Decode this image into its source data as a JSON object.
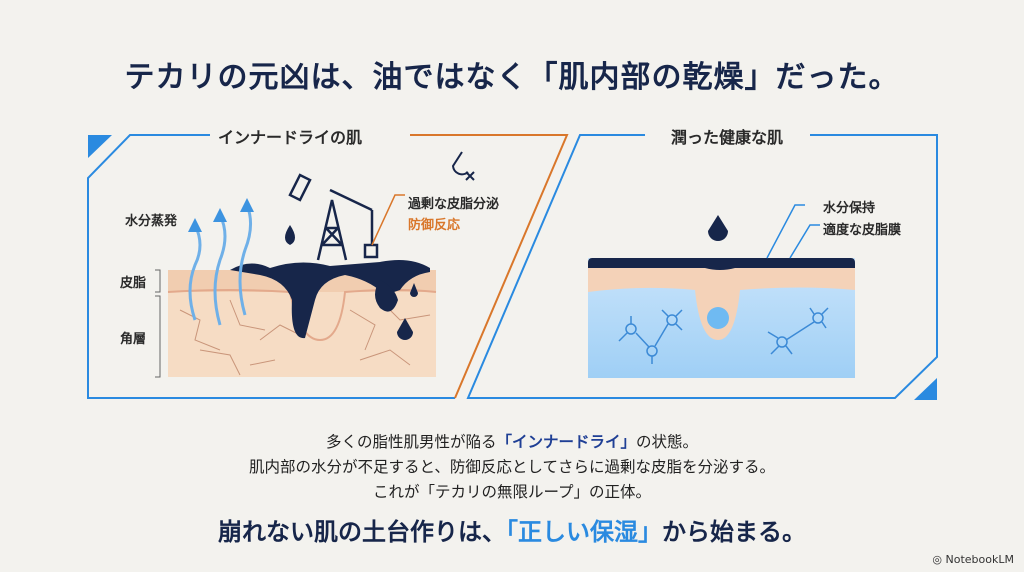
{
  "title": "テカリの元凶は、油ではなく「肌内部の乾燥」だった。",
  "left_panel": {
    "title": "インナードライの肌",
    "labels": {
      "evaporation": "水分蒸発",
      "sebum": "皮脂",
      "stratum_corneum": "角層",
      "excess_sebum": "過剰な皮脂分泌",
      "defense": "防御反応"
    },
    "icon": "water-drop-cross-icon"
  },
  "right_panel": {
    "title": "潤った健康な肌",
    "labels": {
      "moisture": "水分保持",
      "sebum_film": "適度な皮脂膜"
    }
  },
  "body": {
    "line1_pre": "多くの脂性肌男性が陥る",
    "line1_em": "「インナードライ」",
    "line1_post": "の状態。",
    "line2": "肌内部の水分が不足すると、防御反応としてさらに過剰な皮脂を分泌する。",
    "line3": "これが「テカリの無限ループ」の正体。"
  },
  "closing": {
    "pre": "崩れない肌の土台作りは、",
    "em": "「正しい保湿」",
    "post": "から始まる。"
  },
  "brand": "NotebookLM",
  "colors": {
    "navy": "#17264a",
    "blue": "#2a8ae0",
    "orange": "#d9772b",
    "skin": "#f6dcc4"
  }
}
